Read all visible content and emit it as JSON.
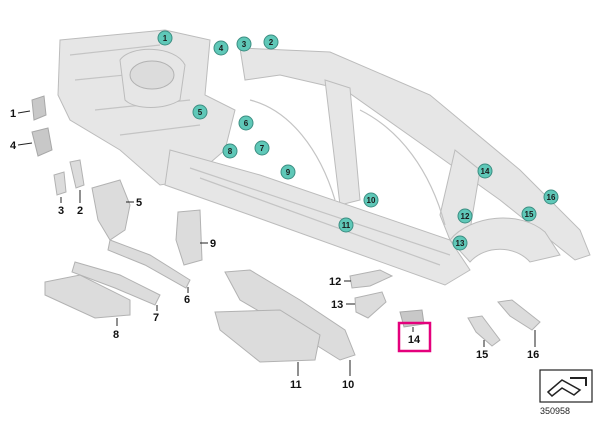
{
  "title": "",
  "reference_number": "350958",
  "colors": {
    "highlight": "#e4007c",
    "marker": "#5fc8b8",
    "part": "#dcdcdc"
  },
  "markers": [
    "1",
    "2",
    "3",
    "4",
    "5",
    "6",
    "7",
    "8",
    "9",
    "10",
    "11",
    "12",
    "13",
    "14",
    "15",
    "16"
  ],
  "callouts": [
    "1",
    "2",
    "3",
    "4",
    "5",
    "6",
    "7",
    "8",
    "9",
    "10",
    "11",
    "12",
    "13",
    "14",
    "15",
    "16"
  ],
  "highlighted_callout": "14"
}
